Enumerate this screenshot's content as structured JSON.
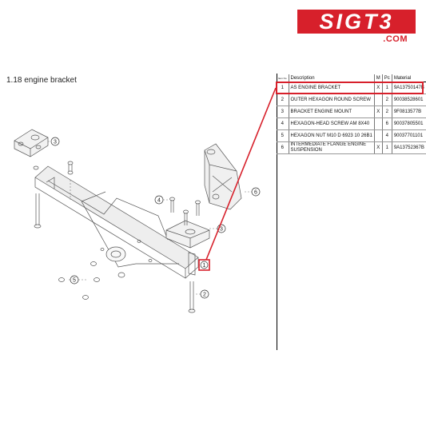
{
  "brand": {
    "logo_text": "SIGT3",
    "domain_suffix": ".COM",
    "accent_color": "#d7202b"
  },
  "page": {
    "title": "1.18  engine bracket"
  },
  "diagram": {
    "callouts": [
      "1",
      "2",
      "3",
      "4",
      "5",
      "6"
    ],
    "selected_callout": "1"
  },
  "parts_table": {
    "headers": {
      "pos": "Item No",
      "description": "Description",
      "m": "M",
      "pc": "Pc",
      "material": "Material"
    },
    "rows": [
      {
        "pos": "1",
        "description": "AS ENGINE BRACKET",
        "m": "X",
        "pc": "1",
        "material": "9A13750147B"
      },
      {
        "pos": "2",
        "description": "OUTER HEXAGON ROUND SCREW",
        "m": "",
        "pc": "2",
        "material": "90038528601"
      },
      {
        "pos": "3",
        "description": "BRACKET ENGINE MOUNT",
        "m": "X",
        "pc": "2",
        "material": "9F0813577B"
      },
      {
        "pos": "4",
        "description": "HEXAGON-HEAD SCREW AM 8X40",
        "m": "",
        "pc": "6",
        "material": "90037805501"
      },
      {
        "pos": "5",
        "description": "HEXAGON NUT M10 D 6923 10 26B1",
        "m": "",
        "pc": "4",
        "material": "90037701101"
      },
      {
        "pos": "6",
        "description": "INTERMEDIATE FLANGE ENGINE SUSPENSION",
        "m": "X",
        "pc": "1",
        "material": "9A13752367B"
      }
    ]
  }
}
